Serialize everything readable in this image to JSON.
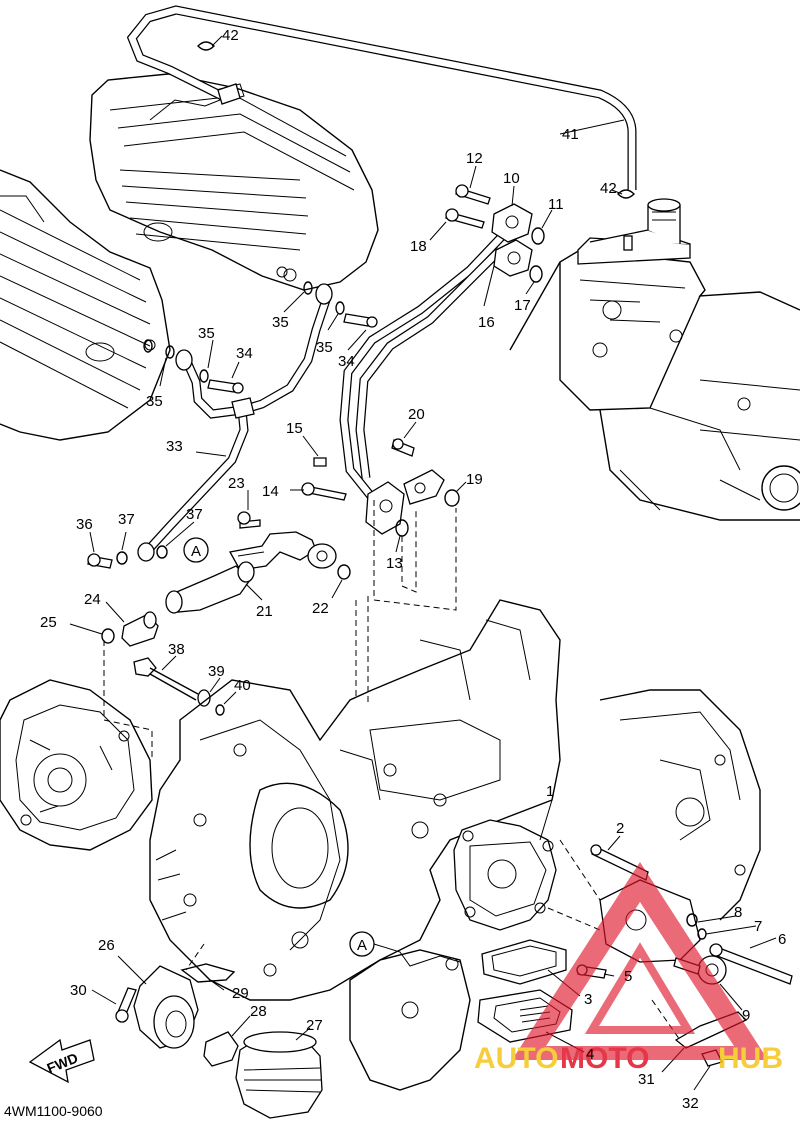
{
  "diagram_code": "4WM1100-9060",
  "fwd_label": "FWD",
  "ref_marker": "A",
  "watermark": {
    "text_auto": "AUTO",
    "text_moto": "MOTO",
    "text_hub": "HUB",
    "color_auto": "#f5c518",
    "color_moto": "#e0152a",
    "color_hub": "#f5c518",
    "logo_color": "#e0152a"
  },
  "callouts": [
    {
      "id": "42a",
      "text": "42"
    },
    {
      "id": "41",
      "text": "41"
    },
    {
      "id": "42b",
      "text": "42"
    },
    {
      "id": "12",
      "text": "12"
    },
    {
      "id": "10",
      "text": "10"
    },
    {
      "id": "11",
      "text": "11"
    },
    {
      "id": "18",
      "text": "18"
    },
    {
      "id": "17",
      "text": "17"
    },
    {
      "id": "16",
      "text": "16"
    },
    {
      "id": "35a",
      "text": "35"
    },
    {
      "id": "35b",
      "text": "35"
    },
    {
      "id": "34a",
      "text": "34"
    },
    {
      "id": "35c",
      "text": "35"
    },
    {
      "id": "34b",
      "text": "34"
    },
    {
      "id": "35d",
      "text": "35"
    },
    {
      "id": "33",
      "text": "33"
    },
    {
      "id": "15",
      "text": "15"
    },
    {
      "id": "20",
      "text": "20"
    },
    {
      "id": "19",
      "text": "19"
    },
    {
      "id": "14",
      "text": "14"
    },
    {
      "id": "13",
      "text": "13"
    },
    {
      "id": "23",
      "text": "23"
    },
    {
      "id": "36",
      "text": "36"
    },
    {
      "id": "37a",
      "text": "37"
    },
    {
      "id": "37b",
      "text": "37"
    },
    {
      "id": "21",
      "text": "21"
    },
    {
      "id": "22",
      "text": "22"
    },
    {
      "id": "24",
      "text": "24"
    },
    {
      "id": "25",
      "text": "25"
    },
    {
      "id": "38",
      "text": "38"
    },
    {
      "id": "39",
      "text": "39"
    },
    {
      "id": "40",
      "text": "40"
    },
    {
      "id": "1",
      "text": "1"
    },
    {
      "id": "2",
      "text": "2"
    },
    {
      "id": "8",
      "text": "8"
    },
    {
      "id": "7",
      "text": "7"
    },
    {
      "id": "6",
      "text": "6"
    },
    {
      "id": "5",
      "text": "5"
    },
    {
      "id": "3",
      "text": "3"
    },
    {
      "id": "9",
      "text": "9"
    },
    {
      "id": "4",
      "text": "4"
    },
    {
      "id": "31",
      "text": "31"
    },
    {
      "id": "32",
      "text": "32"
    },
    {
      "id": "26",
      "text": "26"
    },
    {
      "id": "30",
      "text": "30"
    },
    {
      "id": "29",
      "text": "29"
    },
    {
      "id": "28",
      "text": "28"
    },
    {
      "id": "27",
      "text": "27"
    }
  ]
}
